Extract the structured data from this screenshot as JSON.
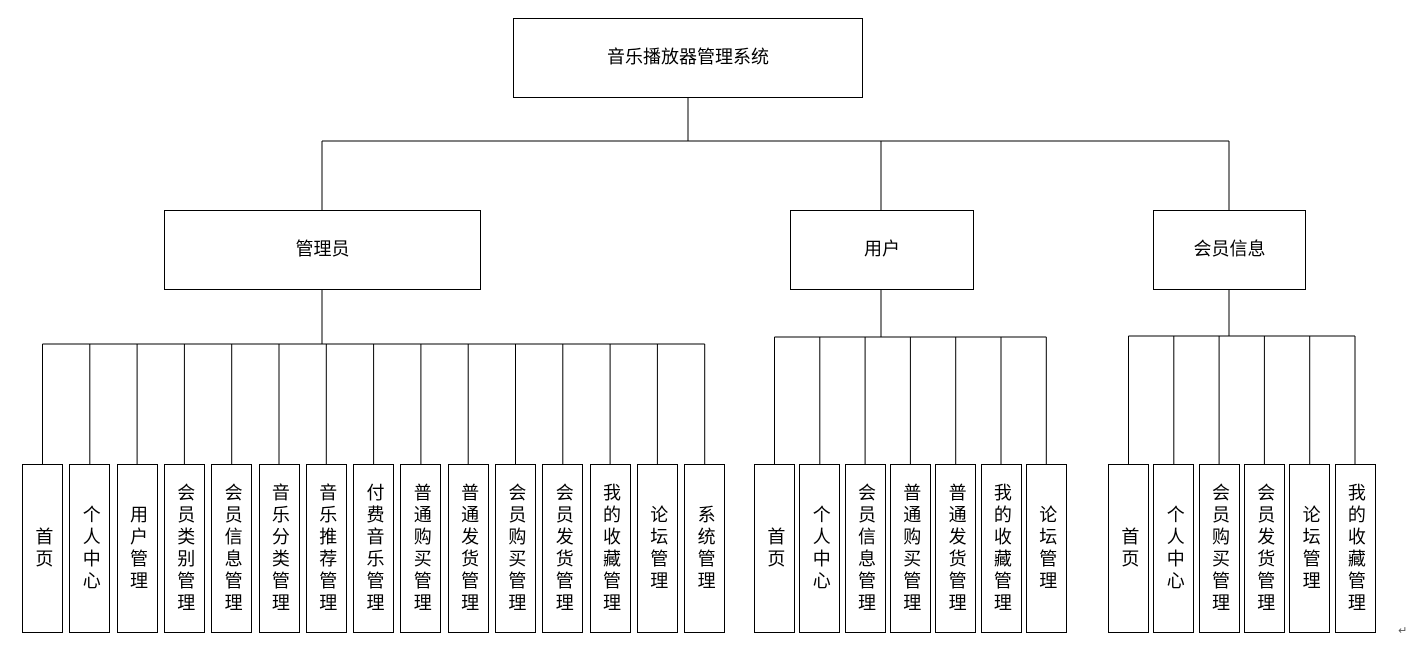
{
  "diagram": {
    "root": "音乐播放器管理系统",
    "branches": [
      {
        "label": "管理员",
        "leaves": [
          "首页",
          "个人中心",
          "用户管理",
          "会员类别管理",
          "会员信息管理",
          "音乐分类管理",
          "音乐推荐管理",
          "付费音乐管理",
          "普通购买管理",
          "普通发货管理",
          "会员购买管理",
          "会员发货管理",
          "我的收藏管理",
          "论坛管理",
          "系统管理"
        ]
      },
      {
        "label": "用户",
        "leaves": [
          "首页",
          "个人中心",
          "会员信息管理",
          "普通购买管理",
          "普通发货管理",
          "我的收藏管理",
          "论坛管理"
        ]
      },
      {
        "label": "会员信息",
        "leaves": [
          "首页",
          "个人中心",
          "会员购买管理",
          "会员发货管理",
          "论坛管理",
          "我的收藏管理"
        ]
      }
    ],
    "paragraph_mark": "↵"
  }
}
